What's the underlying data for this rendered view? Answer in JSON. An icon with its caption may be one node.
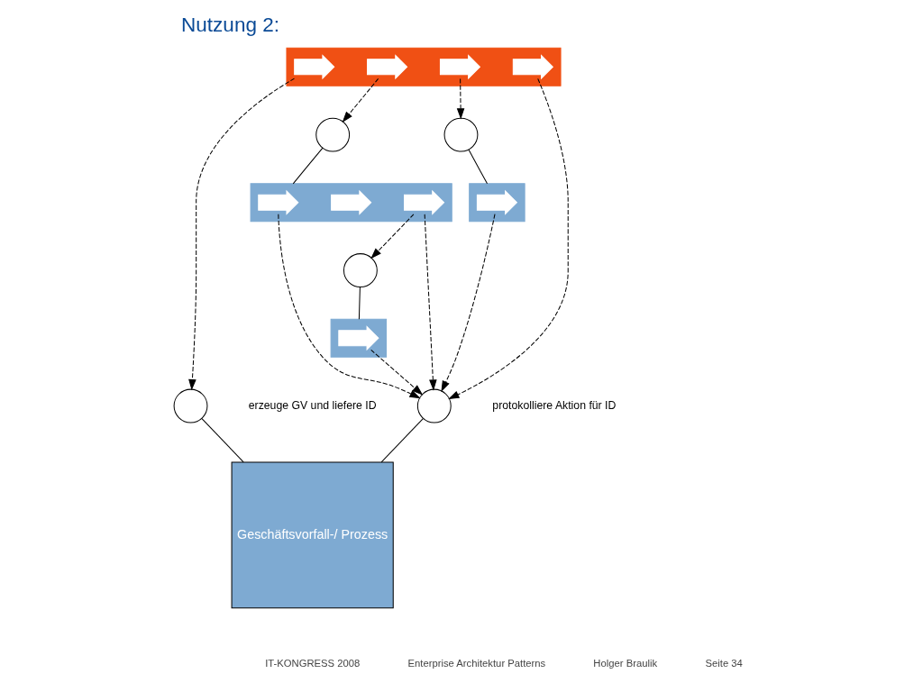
{
  "diagram": {
    "title": "Nutzung 2:",
    "nodes": [
      {
        "text": [],
        "shape": "box"
      },
      {
        "text": [],
        "shape": "chevron",
        "in": 0
      },
      {
        "text": [],
        "shape": "chevron",
        "in": 0
      },
      {
        "text": [],
        "shape": "chevron",
        "in": 0
      },
      {
        "text": [],
        "shape": "chevron",
        "in": 0
      },
      {
        "text": [],
        "shape": "circle",
        "beside": [
          "erzeuge GV und liefere ID"
        ]
      },
      {
        "text": [
          "Geschäftsvorfall-/ Prozess"
        ]
      },
      {
        "text": [],
        "shape": "circle"
      },
      {
        "text": [],
        "shape": "box"
      },
      {
        "text": [],
        "shape": "chevron",
        "in": 8
      },
      {
        "text": [],
        "shape": "chevron",
        "in": 8
      },
      {
        "text": [],
        "shape": "chevron",
        "in": 8
      },
      {
        "text": [],
        "shape": "circle"
      },
      {
        "text": [],
        "shape": "box"
      },
      {
        "text": [],
        "shape": "chevron",
        "in": 13
      },
      {
        "text": [],
        "shape": "circle"
      },
      {
        "text": [],
        "shape": "box"
      },
      {
        "text": [],
        "shape": "chevron",
        "in": 16
      },
      {
        "text": [],
        "shape": "circle",
        "beside": [
          "protokolliere Aktion für ID"
        ]
      }
    ],
    "edges": [
      {
        "from": 1,
        "to": 5,
        "arrow": "to",
        "style": "dashed"
      },
      {
        "from": 2,
        "to": 7,
        "arrow": "to",
        "style": "dashed"
      },
      {
        "from": 3,
        "to": 15,
        "arrow": "to",
        "style": "dashed"
      },
      {
        "from": 4,
        "to": 18,
        "arrow": "to",
        "style": "dashed"
      },
      {
        "from": 5,
        "to": 6,
        "arrow": "none"
      },
      {
        "from": 7,
        "to": 8,
        "arrow": "none"
      },
      {
        "from": 9,
        "to": 18,
        "arrow": "to",
        "style": "dashed"
      },
      {
        "from": 11,
        "to": 18,
        "arrow": "to",
        "style": "dashed"
      },
      {
        "from": 11,
        "to": 12,
        "arrow": "to",
        "style": "dashed"
      },
      {
        "from": 12,
        "to": 13,
        "arrow": "none"
      },
      {
        "from": 14,
        "to": 18,
        "arrow": "to",
        "style": "dashed"
      },
      {
        "from": 15,
        "to": 16,
        "arrow": "none"
      },
      {
        "from": 17,
        "to": 18,
        "arrow": "to",
        "style": "dashed"
      },
      {
        "from": 18,
        "to": 6,
        "arrow": "none"
      }
    ],
    "labels": [
      "IT-KONGRESS 2008",
      "Enterprise Architektur Patterns",
      "Holger Braulik",
      "Seite 34"
    ]
  }
}
